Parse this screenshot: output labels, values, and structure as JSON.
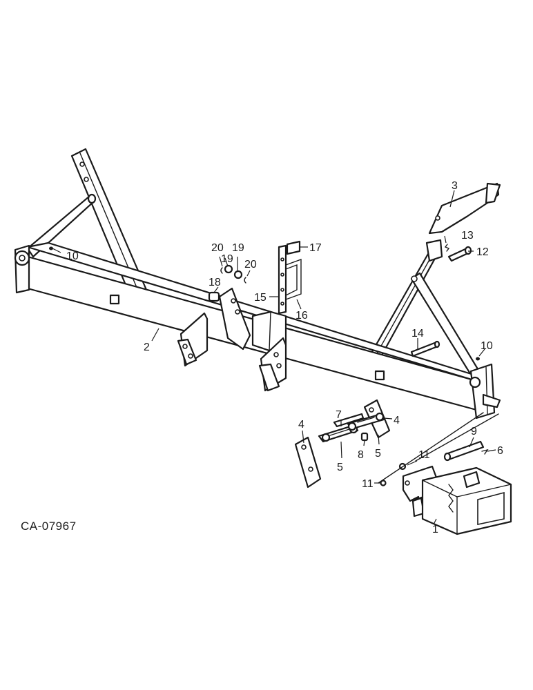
{
  "drawing_code": "CA-07967",
  "callouts": {
    "c1": "1",
    "c2": "2",
    "c3": "3",
    "c4a": "4",
    "c4b": "4",
    "c5a": "5",
    "c5b": "5",
    "c6": "6",
    "c7": "7",
    "c8": "8",
    "c9": "9",
    "c10a": "10",
    "c10b": "10",
    "c11a": "11",
    "c11b": "11",
    "c12": "12",
    "c13": "13",
    "c14": "14",
    "c15": "15",
    "c16": "16",
    "c17": "17",
    "c18": "18",
    "c19a": "19",
    "c19b": "19",
    "c20a": "20",
    "c20b": "20"
  }
}
